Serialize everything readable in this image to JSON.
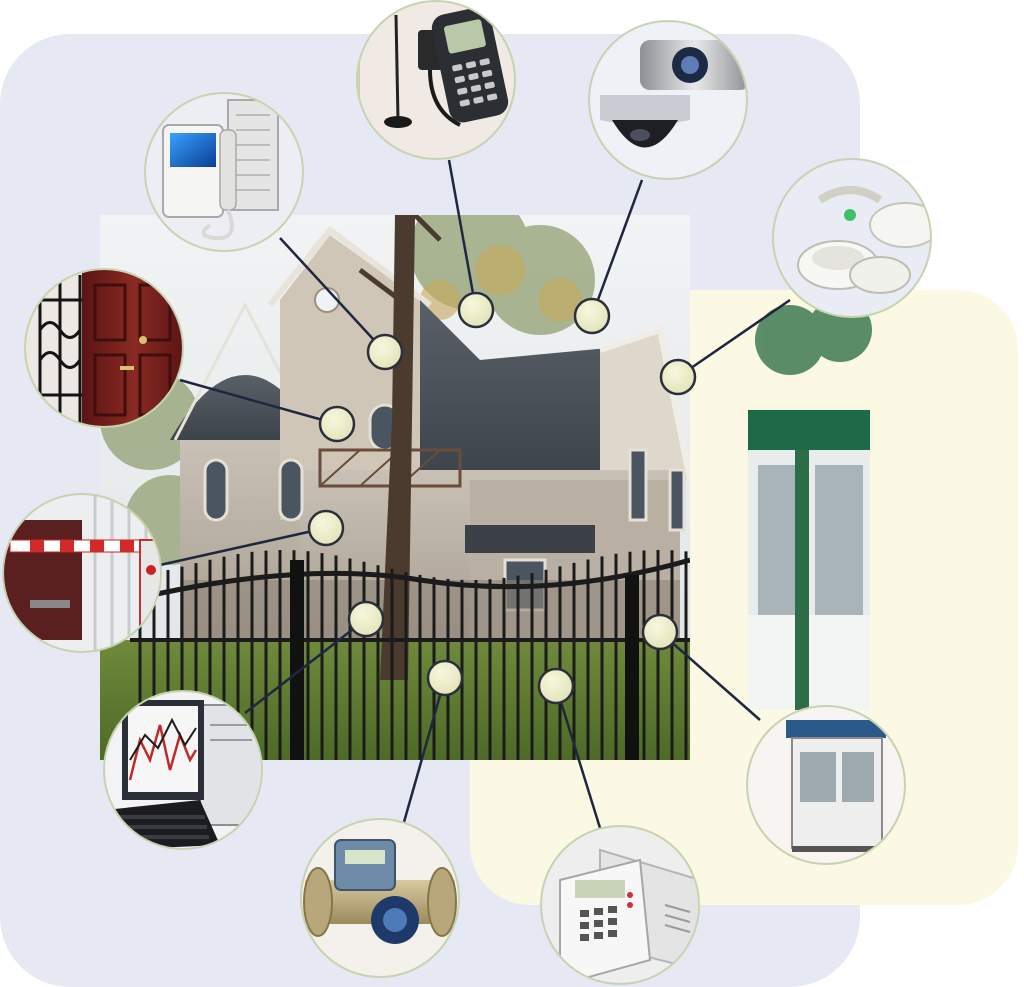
{
  "diagram": {
    "kind": "home-security-systems-overview",
    "center": "house-with-fence",
    "devices": [
      {
        "id": "gsm-phone",
        "icon": "gsm-phone-icon"
      },
      {
        "id": "ip-camera",
        "icon": "dome-camera-icon"
      },
      {
        "id": "smoke-detector",
        "icon": "smoke-detector-icon"
      },
      {
        "id": "guard-booth",
        "icon": "guard-booth-icon"
      },
      {
        "id": "alarm-panel",
        "icon": "alarm-keypad-icon"
      },
      {
        "id": "heat-meter",
        "icon": "heat-meter-icon"
      },
      {
        "id": "monitoring-pc",
        "icon": "computer-icon"
      },
      {
        "id": "barrier-gate",
        "icon": "barrier-gate-icon"
      },
      {
        "id": "armored-door",
        "icon": "steel-door-icon"
      },
      {
        "id": "video-intercom",
        "icon": "video-intercom-icon"
      }
    ],
    "colors": {
      "ring": "#c7d3b0",
      "node_fill": "#ecedc9",
      "node_stroke": "#2a2f3a",
      "connector": "#1f2740",
      "back_panel": "#e6e8f3",
      "cream_panel": "#fbf8e3"
    }
  }
}
